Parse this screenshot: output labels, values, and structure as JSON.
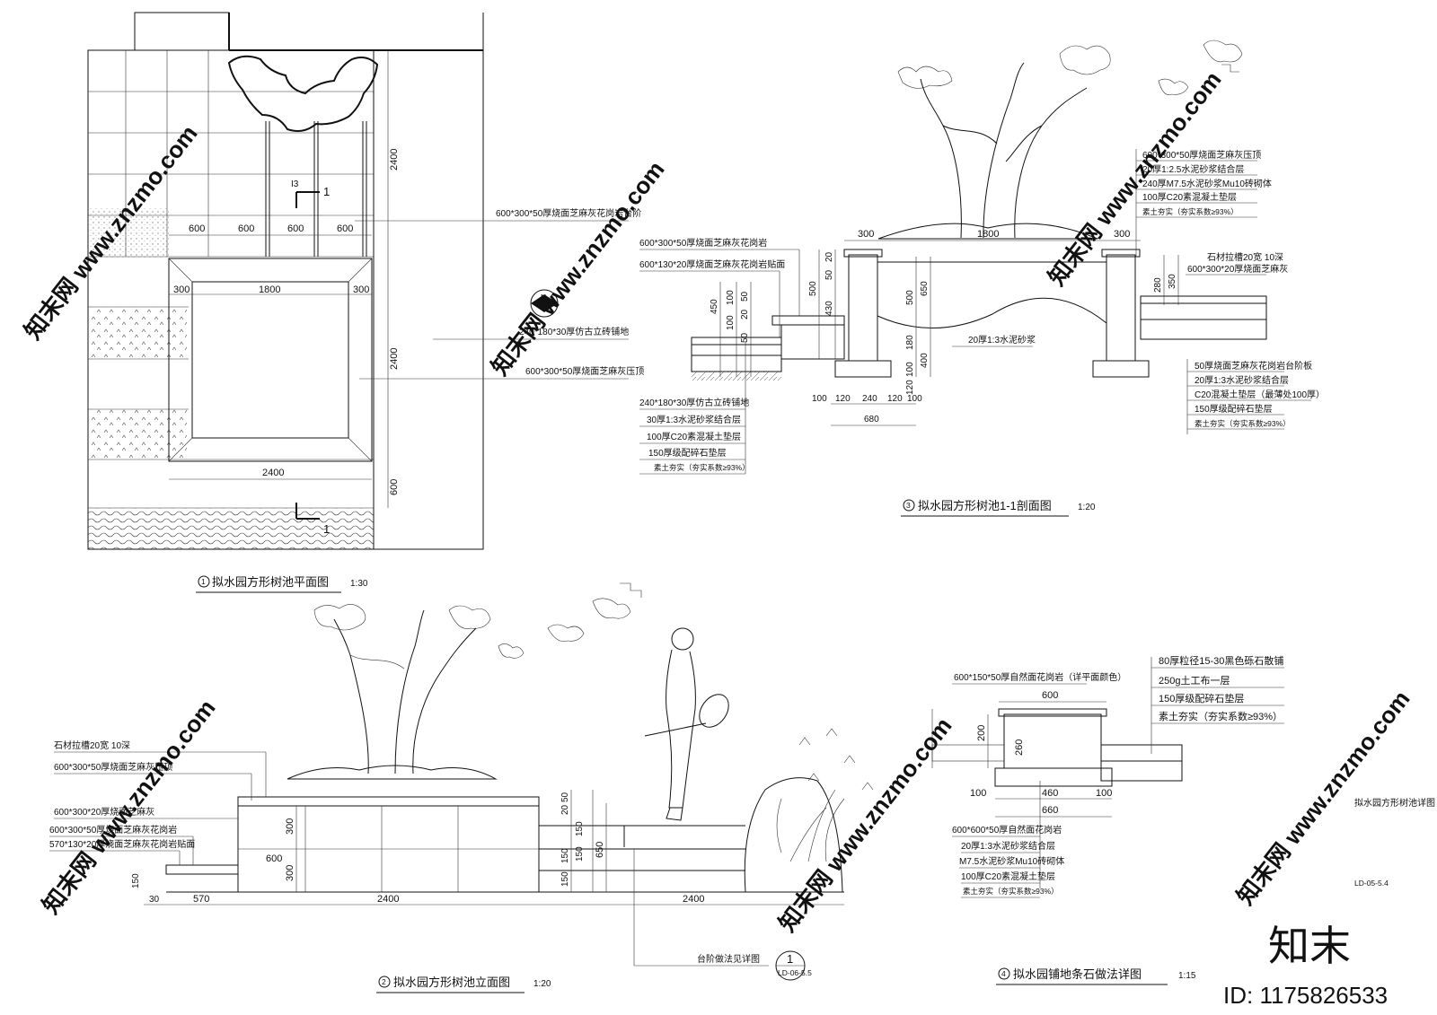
{
  "plan": {
    "title": "拟水园方形树池平面图",
    "num": "1",
    "scale": "1:30",
    "dims": {
      "a": "600",
      "b": "600",
      "c": "600",
      "d": "600",
      "side_l": "300",
      "center": "1800",
      "side_r": "300",
      "total": "2400",
      "v1": "2400",
      "v2": "2400",
      "v3": "600"
    },
    "notes": [
      "600*300*50厚烧面芝麻灰花岗岩台阶",
      "240*180*30厚仿古立砖铺地",
      "600*300*50厚烧面芝麻灰压顶"
    ],
    "section_mark": "1",
    "section_sub": "I3",
    "compass": "N"
  },
  "section": {
    "title": "拟水园方形树池1-1剖面图",
    "num": "3",
    "scale": "1:20",
    "dims_top": {
      "l": "300",
      "c": "1800",
      "r": "300"
    },
    "dims_left_v": [
      "450",
      "100",
      "100",
      "50",
      "20",
      "50",
      "500",
      "430",
      "20",
      "50"
    ],
    "dims_inner_v": [
      "500",
      "650",
      "180",
      "400",
      "100",
      "120"
    ],
    "dims_right_v": [
      "280",
      "350"
    ],
    "dims_bottom": {
      "a": "100",
      "b": "120",
      "c": "240",
      "d": "120",
      "e": "100",
      "total": "680"
    },
    "notes_top_left": [
      "600*300*50厚烧面芝麻灰花岗岩",
      "600*130*20厚烧面芝麻灰花岗岩贴面"
    ],
    "notes_bottom_left": [
      "240*180*30厚仿古立砖铺地",
      "30厚1:3水泥砂浆结合层",
      "100厚C20素混凝土垫层",
      "150厚级配碎石垫层",
      "素土夯实（夯实系数≥93%）"
    ],
    "notes_top_right": [
      "600*300*50厚烧面芝麻灰压顶",
      "20厚1:2.5水泥砂浆结合层",
      "240厚M7.5水泥砂浆Mu10砖砌体",
      "100厚C20素混凝土垫层",
      "素土夯实（夯实系数≥93%）"
    ],
    "note_mid": "20厚1:3水泥砂浆",
    "notes_right": [
      "石材拉槽20宽 10深",
      "600*300*20厚烧面芝麻灰"
    ],
    "notes_bottom_right": [
      "50厚烧面芝麻灰花岗岩台阶板",
      "20厚1:3水泥砂浆结合层",
      "C20混凝土垫层（最薄处100厚）",
      "150厚级配碎石垫层",
      "素土夯实（夯实系数≥93%）"
    ]
  },
  "elevation": {
    "title": "拟水园方形树池立面图",
    "num": "2",
    "scale": "1:20",
    "notes": [
      "石材拉槽20宽 10深",
      "600*300*50厚烧面芝麻灰压顶",
      "600*300*20厚烧面芝麻灰",
      "600*300*50厚烧面芝麻灰花岗岩",
      "570*130*20厚烧面芝麻灰花岗岩贴面"
    ],
    "dims": {
      "h1": "300",
      "w1": "600",
      "h2": "300",
      "left_a": "150",
      "left_b": "30",
      "left_c": "570",
      "w_main": "2400",
      "w_right": "2400",
      "step_h": [
        "50",
        "20",
        "150",
        "150",
        "150",
        "150"
      ],
      "total_h": "650"
    },
    "note_step": "台阶做法见详图",
    "ref_num": "1",
    "ref_sub": "LD-06-5.5"
  },
  "detail": {
    "title": "拟水园铺地条石做法详图",
    "num": "4",
    "scale": "1:15",
    "notes_top": [
      "80厚粒径15-30黑色砾石散铺",
      "250g土工布一层",
      "150厚级配碎石垫层",
      "素土夯实（夯实系数≥93%）"
    ],
    "note_stone": "600*150*50厚自然面花岗岩（详平面颜色）",
    "dims": {
      "w": "600",
      "h1": "200",
      "h2": "260",
      "a": "100",
      "b": "460",
      "c": "100",
      "total": "660"
    },
    "notes_bottom": [
      "600*600*50厚自然面花岗岩",
      "20厚1:3水泥砂浆结合层",
      "M7.5水泥砂浆Mu10砖砌体",
      "100厚C20素混凝土垫层",
      "素土夯实（夯实系数≥93%）"
    ]
  },
  "sheet": {
    "label": "拟水园方形树池详图",
    "code": "LD-05-5.4"
  },
  "watermark": {
    "brand": "知末",
    "id": "ID: 1175826533",
    "text": "知末网 www.znzmo.com"
  }
}
